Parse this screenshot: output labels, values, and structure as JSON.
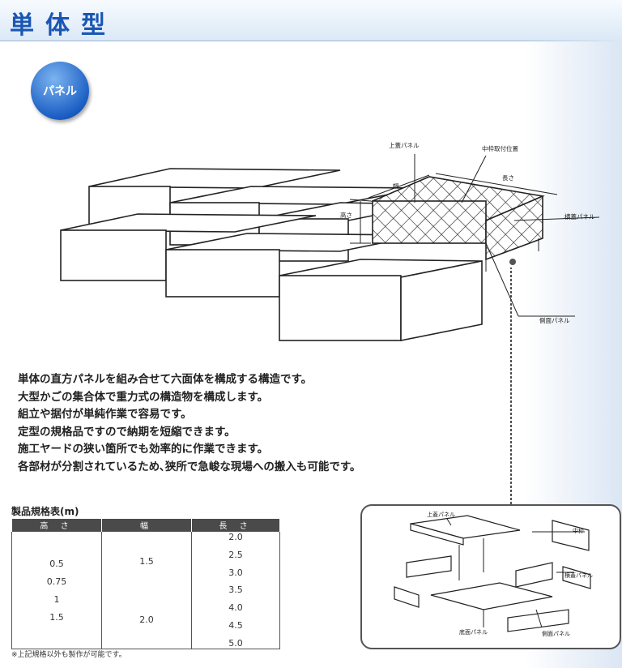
{
  "header": {
    "title": "単体型"
  },
  "badge": {
    "label": "パネル"
  },
  "diagram": {
    "labels": {
      "top_panel": "上蓋パネル",
      "frame_position": "中枠取付位置",
      "width": "幅",
      "length": "長さ",
      "height": "高さ",
      "end_panel": "横蓋パネル",
      "side_panel": "側面パネル"
    }
  },
  "description": [
    "単体の直方パネルを組み合せて六面体を構成する構造です。",
    "大型かごの集合体で重力式の構造物を構成します。",
    "組立や据付が単純作業で容易です。",
    "定型の規格品ですので納期を短縮できます。",
    "施工ヤードの狭い箇所でも効率的に作業できます。",
    "各部材が分割されているため､狭所で急峻な現場への搬入も可能です。"
  ],
  "spec": {
    "title": "製品規格表(m)",
    "headers": [
      "高 さ",
      "幅",
      "長 さ"
    ],
    "heights": [
      "0.5",
      "0.75",
      "1",
      "1.5"
    ],
    "widths": [
      "1.5",
      "2.0"
    ],
    "lengths": [
      "2.0",
      "2.5",
      "3.0",
      "3.5",
      "4.0",
      "4.5",
      "5.0"
    ],
    "note": "※上記規格以外も製作が可能です。"
  },
  "inset": {
    "labels": {
      "top_panel": "上蓋パネル",
      "middle_frame": "中枠",
      "end_panel": "横蓋パネル",
      "bottom_panel": "底面パネル",
      "side_panel": "側面パネル"
    }
  },
  "colors": {
    "title": "#1a56b4",
    "badge": "#1c5fc4",
    "table_header": "#4a4a4a"
  }
}
